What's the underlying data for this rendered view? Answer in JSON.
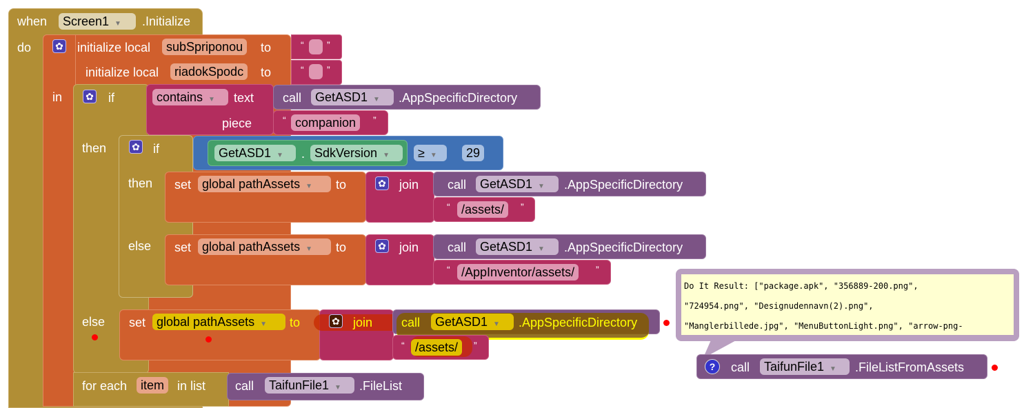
{
  "event": {
    "when": "when",
    "component": "Screen1",
    "event_name": ".Initialize",
    "do": "do"
  },
  "init_local": {
    "label": "initialize local",
    "vars": [
      {
        "name": "subSpriponou",
        "to": "to",
        "value": ""
      },
      {
        "name": "riadokSpodc",
        "to": "to",
        "value": ""
      }
    ],
    "in": "in"
  },
  "outer_if": {
    "if": "if",
    "then": "then",
    "else": "else",
    "contains_op": "contains",
    "text_label": "text",
    "piece_label": "piece",
    "call": "call",
    "component": "GetASD1",
    "method": ".AppSpecificDirectory",
    "piece_value": "companion"
  },
  "inner_if": {
    "if": "if",
    "then": "then",
    "else": "else",
    "component": "GetASD1",
    "dot": ".",
    "property": "SdkVersion",
    "op": "≥",
    "number": "29"
  },
  "set_blocks": [
    {
      "set": "set",
      "var": "global pathAssets",
      "to": "to",
      "join": "join",
      "call": "call",
      "component": "GetASD1",
      "method": ".AppSpecificDirectory",
      "suffix": "/assets/"
    },
    {
      "set": "set",
      "var": "global pathAssets",
      "to": "to",
      "join": "join",
      "call": "call",
      "component": "GetASD1",
      "method": ".AppSpecificDirectory",
      "suffix": "/AppInventor/assets/"
    },
    {
      "set": "set",
      "var": "global pathAssets",
      "to": "to",
      "join": "join",
      "call": "call",
      "component": "GetASD1",
      "method": ".AppSpecificDirectory",
      "suffix": "/assets/"
    }
  ],
  "foreach": {
    "label": "for each",
    "var": "item",
    "in_list": "in list",
    "call": "call",
    "component": "TaifunFile1",
    "method": ".FileList"
  },
  "tooltip": {
    "lines": [
      "Do It Result: [\"package.apk\", \"356889-200.png\",",
      "\"724954.png\", \"Designudennavn(2).png\",",
      "\"Manglerbillede.jpg\", \"MenuButtonLight.png\", \"arrow-png-"
    ]
  },
  "floating_call": {
    "help": "?",
    "call": "call",
    "component": "TaifunFile1",
    "method": ".FileListFromAssets"
  },
  "quote_open": "“",
  "quote_close": "”",
  "dropdown_glyph": "▼",
  "gear_glyph": "✿",
  "colors": {
    "control": "#b18e35",
    "variable": "#d05f2d",
    "text": "#b32d5e",
    "procedure": "#7c5385",
    "math": "#3f71b5",
    "component": "#439f69",
    "highlight": "#ffff00",
    "marker": "#ff0000"
  }
}
